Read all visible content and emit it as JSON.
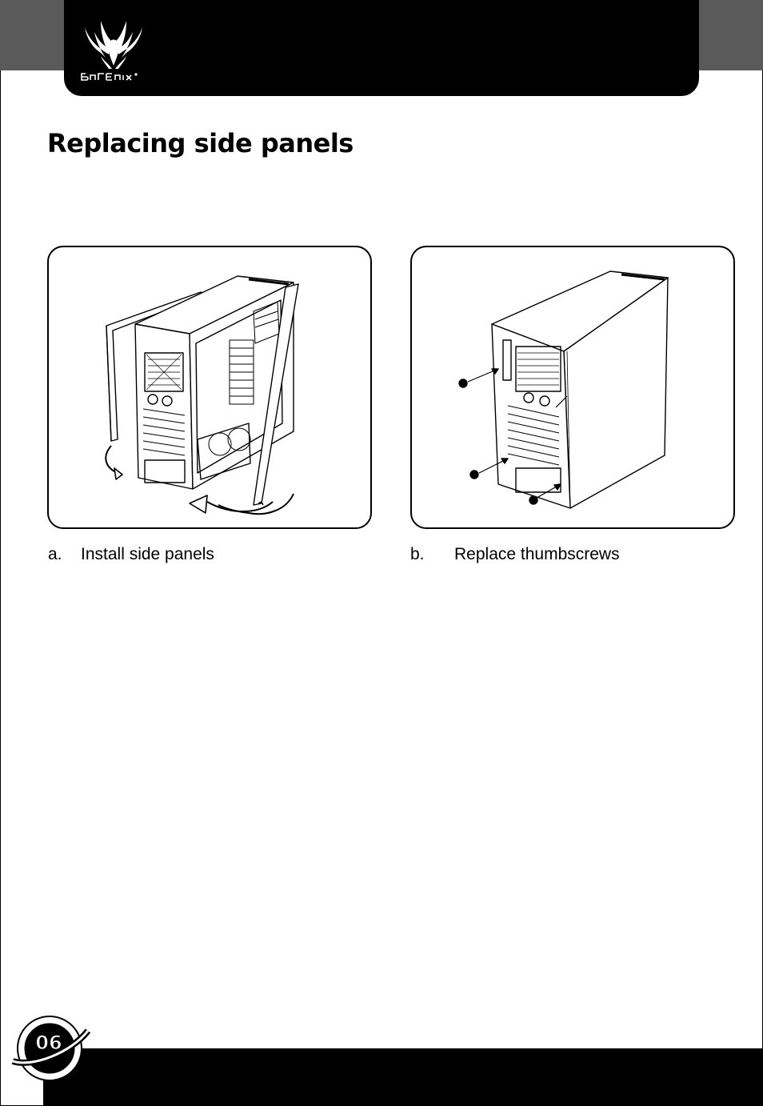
{
  "header": {
    "logo_text": "BITFENIX",
    "logo_icon": "bitfenix-phoenix-icon"
  },
  "page_title": "Replacing side panels",
  "figures": [
    {
      "marker": "a.",
      "caption": "Install side panels",
      "illustration": "install-side-panels-illustration"
    },
    {
      "marker": "b.",
      "caption": "Replace thumbscrews",
      "illustration": "replace-thumbscrews-illustration"
    }
  ],
  "footer": {
    "page_number": "06"
  },
  "colors": {
    "header_bg": "#000000",
    "side_tab_gray": "#5a5a5a",
    "footer_bg": "#000000"
  }
}
